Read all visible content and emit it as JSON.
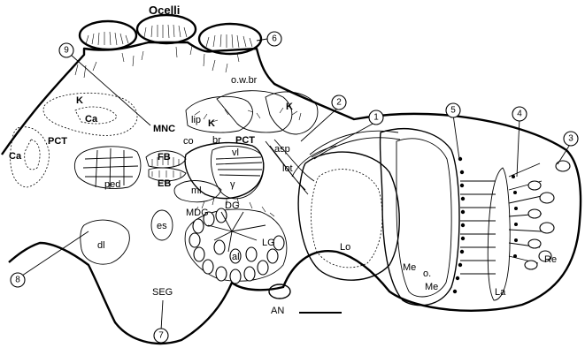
{
  "title": "Ocelli",
  "labels": {
    "ocelli": "Ocelli",
    "mnc": "MNC",
    "pct_left": "PCT",
    "pct_center": "PCT",
    "ca_top": "Ca",
    "ca_left": "Ca",
    "k_top": "K",
    "k_left": "K",
    "k_right": "K",
    "lip": "lip",
    "co": "co",
    "br": "br",
    "owbr": "o.w.br",
    "asp": "asp",
    "lot": "lot",
    "vl": "vl",
    "y": "γ",
    "ml": "ml",
    "ped": "ped",
    "fb": "FB",
    "eb": "EB",
    "es": "es",
    "dl": "dl",
    "mdg": "MDG",
    "dg": "DG",
    "lg": "LG",
    "al": "al",
    "seg": "SEG",
    "an": "AN",
    "lo": "Lo",
    "me_outer": "Me",
    "o_me_o": "o.",
    "o_me_me": "Me",
    "la": "La",
    "re": "Re"
  },
  "callouts": [
    "1",
    "2",
    "3",
    "4",
    "5",
    "6",
    "7",
    "8",
    "9"
  ]
}
